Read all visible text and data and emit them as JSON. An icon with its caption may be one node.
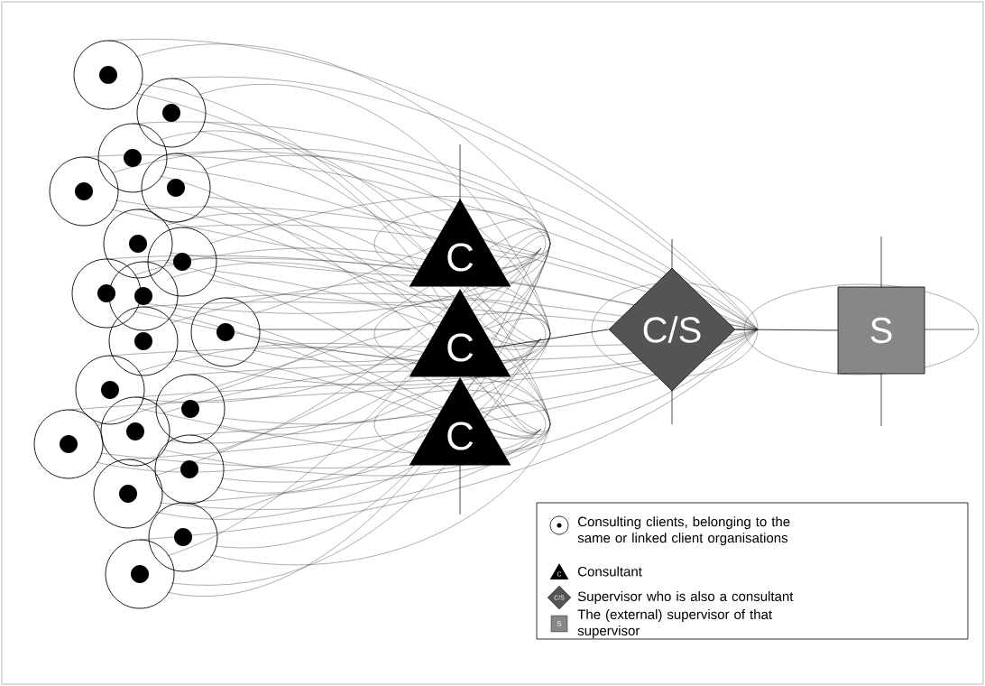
{
  "diagram": {
    "nodes": [
      {
        "text": [],
        "shape": "circle"
      },
      {
        "text": [],
        "shape": "circle"
      },
      {
        "text": [],
        "shape": "circle"
      },
      {
        "text": [],
        "shape": "circle"
      },
      {
        "text": [],
        "shape": "circle"
      },
      {
        "text": [],
        "shape": "circle"
      },
      {
        "text": [],
        "shape": "circle"
      },
      {
        "text": [],
        "shape": "circle"
      },
      {
        "text": [],
        "shape": "circle"
      },
      {
        "text": [],
        "shape": "circle"
      },
      {
        "text": [],
        "shape": "circle"
      },
      {
        "text": [],
        "shape": "circle"
      },
      {
        "text": [],
        "shape": "circle"
      },
      {
        "text": [],
        "shape": "circle"
      },
      {
        "text": [],
        "shape": "circle"
      },
      {
        "text": [],
        "shape": "circle"
      },
      {
        "text": [],
        "shape": "circle"
      },
      {
        "text": [],
        "shape": "circle"
      },
      {
        "text": [],
        "shape": "circle"
      },
      {
        "text": [
          "C"
        ]
      },
      {
        "text": [
          "C"
        ]
      },
      {
        "text": [
          "C"
        ]
      },
      {
        "text": [
          "C/S"
        ]
      },
      {
        "text": [
          "S"
        ]
      }
    ],
    "edges": [
      {
        "from": 20,
        "to": 22,
        "arrow": "none"
      },
      {
        "from": 22,
        "to": 23,
        "arrow": "none"
      }
    ],
    "labels": [
      "C",
      "C/S",
      "S"
    ],
    "legend": [
      {
        "text": "Consulting clients, belonging to the same or linked client organisations"
      },
      {
        "text": "Consultant"
      },
      {
        "text": "Supervisor who is also a consultant"
      },
      {
        "text": "The (external) supervisor of that supervisor"
      }
    ]
  }
}
